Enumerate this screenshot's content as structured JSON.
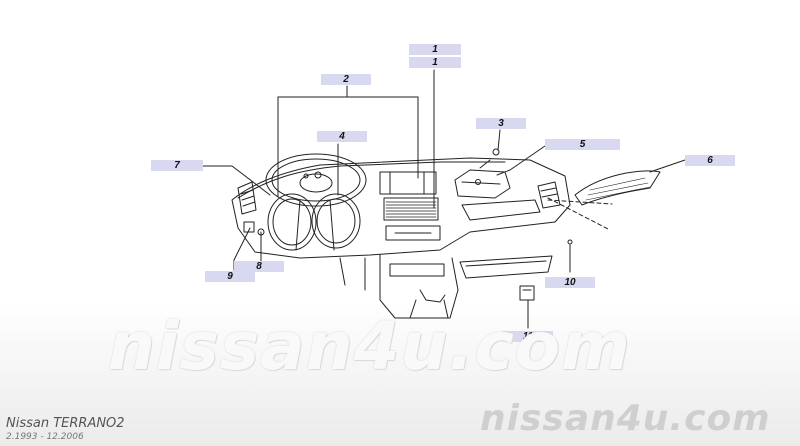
{
  "callouts": [
    {
      "id": "c1a",
      "number": "1"
    },
    {
      "id": "c1b",
      "number": "1"
    },
    {
      "id": "c2",
      "number": "2"
    },
    {
      "id": "c3",
      "number": "3"
    },
    {
      "id": "c4",
      "number": "4"
    },
    {
      "id": "c5",
      "number": "5"
    },
    {
      "id": "c6",
      "number": "6"
    },
    {
      "id": "c7",
      "number": "7"
    },
    {
      "id": "c8",
      "number": "8"
    },
    {
      "id": "c9",
      "number": "9"
    },
    {
      "id": "c10",
      "number": "10"
    },
    {
      "id": "c11",
      "number": "11"
    }
  ],
  "watermark": {
    "main": "nissan4u.com",
    "corner": "nissan4u.com"
  },
  "footer": {
    "model": "Nissan TERRANO2",
    "dates": "2.1993 - 12.2006"
  }
}
